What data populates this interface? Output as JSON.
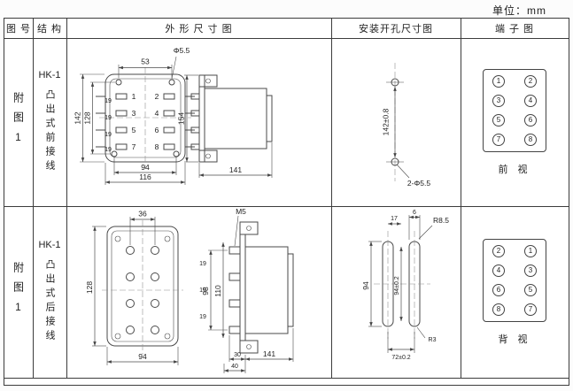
{
  "unit_label": "单位：mm",
  "header": {
    "col_fig": "图 号",
    "col_structure": "结 构",
    "col_outline": "外 形 尺 寸 图",
    "col_install": "安装开孔尺寸图",
    "col_terminal": "端 子 图"
  },
  "rows": [
    {
      "fig_no": "附图1",
      "model": "HK-1",
      "structure": "凸出式前接线",
      "outline": {
        "top_span": "53",
        "hole_dia": "Φ5.5",
        "height_outer": "142",
        "height_inner": "128",
        "row_gaps": [
          "19",
          "19",
          "19",
          "19"
        ],
        "bottom_inner": "94",
        "bottom_outer": "116",
        "pins": [
          "1",
          "2",
          "3",
          "4",
          "5",
          "6",
          "7",
          "8"
        ],
        "side_height": "154",
        "side_depth": "141"
      },
      "install": {
        "hole_span": "142±0.8",
        "holes": "2-Φ5.5"
      },
      "terminal": {
        "left": [
          "1",
          "3",
          "5",
          "7"
        ],
        "right": [
          "2",
          "4",
          "6",
          "8"
        ],
        "view": "前 视"
      }
    },
    {
      "fig_no": "附图1",
      "model": "HK-1",
      "structure": "凸出式后接线",
      "outline": {
        "top_span": "36",
        "screw": "M5",
        "height_outer": "128",
        "bottom_span": "94",
        "side_inner_height": "98",
        "row_gaps": [
          "19",
          "19",
          "19"
        ],
        "side_height": "110",
        "stud_len1": "30",
        "stud_len2": "40",
        "side_depth": "141"
      },
      "install": {
        "top_offset": "17",
        "slot_width": "6",
        "slot_radius": "R8.5",
        "slot_height": "94",
        "slot_span_v": "94±0.2",
        "slot_span_h": "72±0.2",
        "corner_radius": "R3"
      },
      "terminal": {
        "left": [
          "2",
          "4",
          "6",
          "8"
        ],
        "right": [
          "1",
          "3",
          "5",
          "7"
        ],
        "view": "背 视"
      }
    }
  ]
}
